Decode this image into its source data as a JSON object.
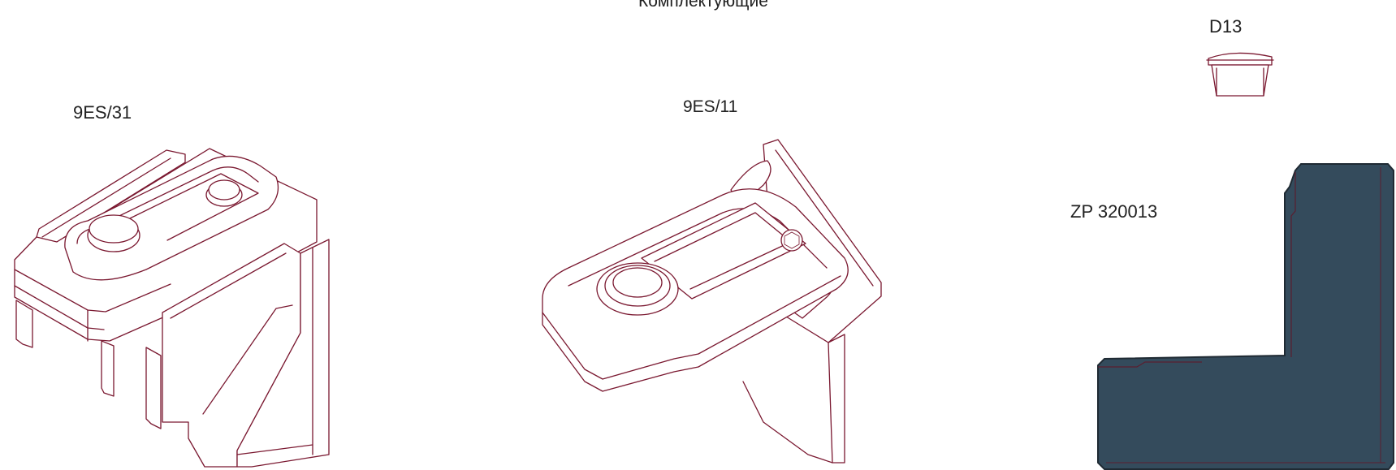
{
  "title": "Комплектующие",
  "parts": [
    {
      "label": "9ES/31"
    },
    {
      "label": "9ES/11"
    },
    {
      "label": "D13"
    },
    {
      "label": "ZP 320013"
    }
  ],
  "colors": {
    "line_art": "#7a1830",
    "profile_fill": "#344b5c",
    "profile_edge": "#1f2a33",
    "text": "#222222"
  }
}
